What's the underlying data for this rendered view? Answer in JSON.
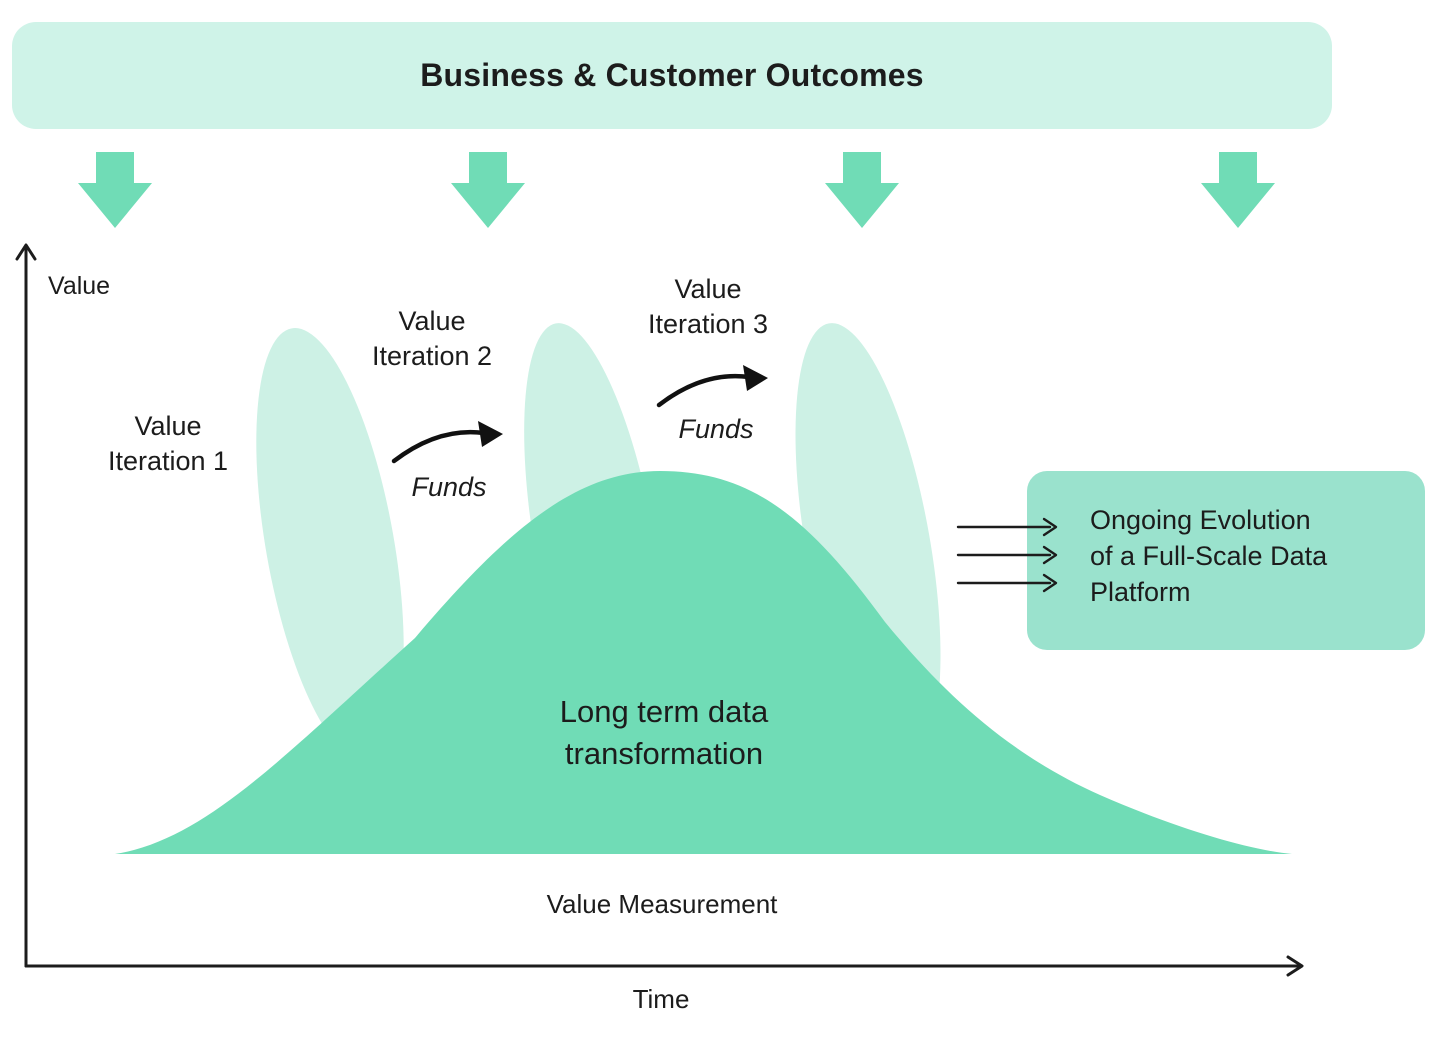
{
  "colors": {
    "accent": "#70dcb6",
    "spike_light": "#cdf1e5",
    "banner_bg": "#cff3e8",
    "box_bg": "#9ae2cd",
    "ink": "#1c1c1c"
  },
  "banner": {
    "title": "Business & Customer Outcomes"
  },
  "axes": {
    "y_label": "Value",
    "x_label": "Time"
  },
  "iterations": [
    {
      "line1": "Value",
      "line2": "Iteration 1"
    },
    {
      "line1": "Value",
      "line2": "Iteration 2"
    },
    {
      "line1": "Value",
      "line2": "Iteration 3"
    }
  ],
  "funds": [
    {
      "label": "Funds"
    },
    {
      "label": "Funds"
    }
  ],
  "curve": {
    "line1": "Long term data",
    "line2": "transformation",
    "caption": "Value Measurement"
  },
  "evolution_box": {
    "line1": "Ongoing Evolution",
    "line2": "of a Full-Scale Data",
    "line3": "Platform"
  }
}
